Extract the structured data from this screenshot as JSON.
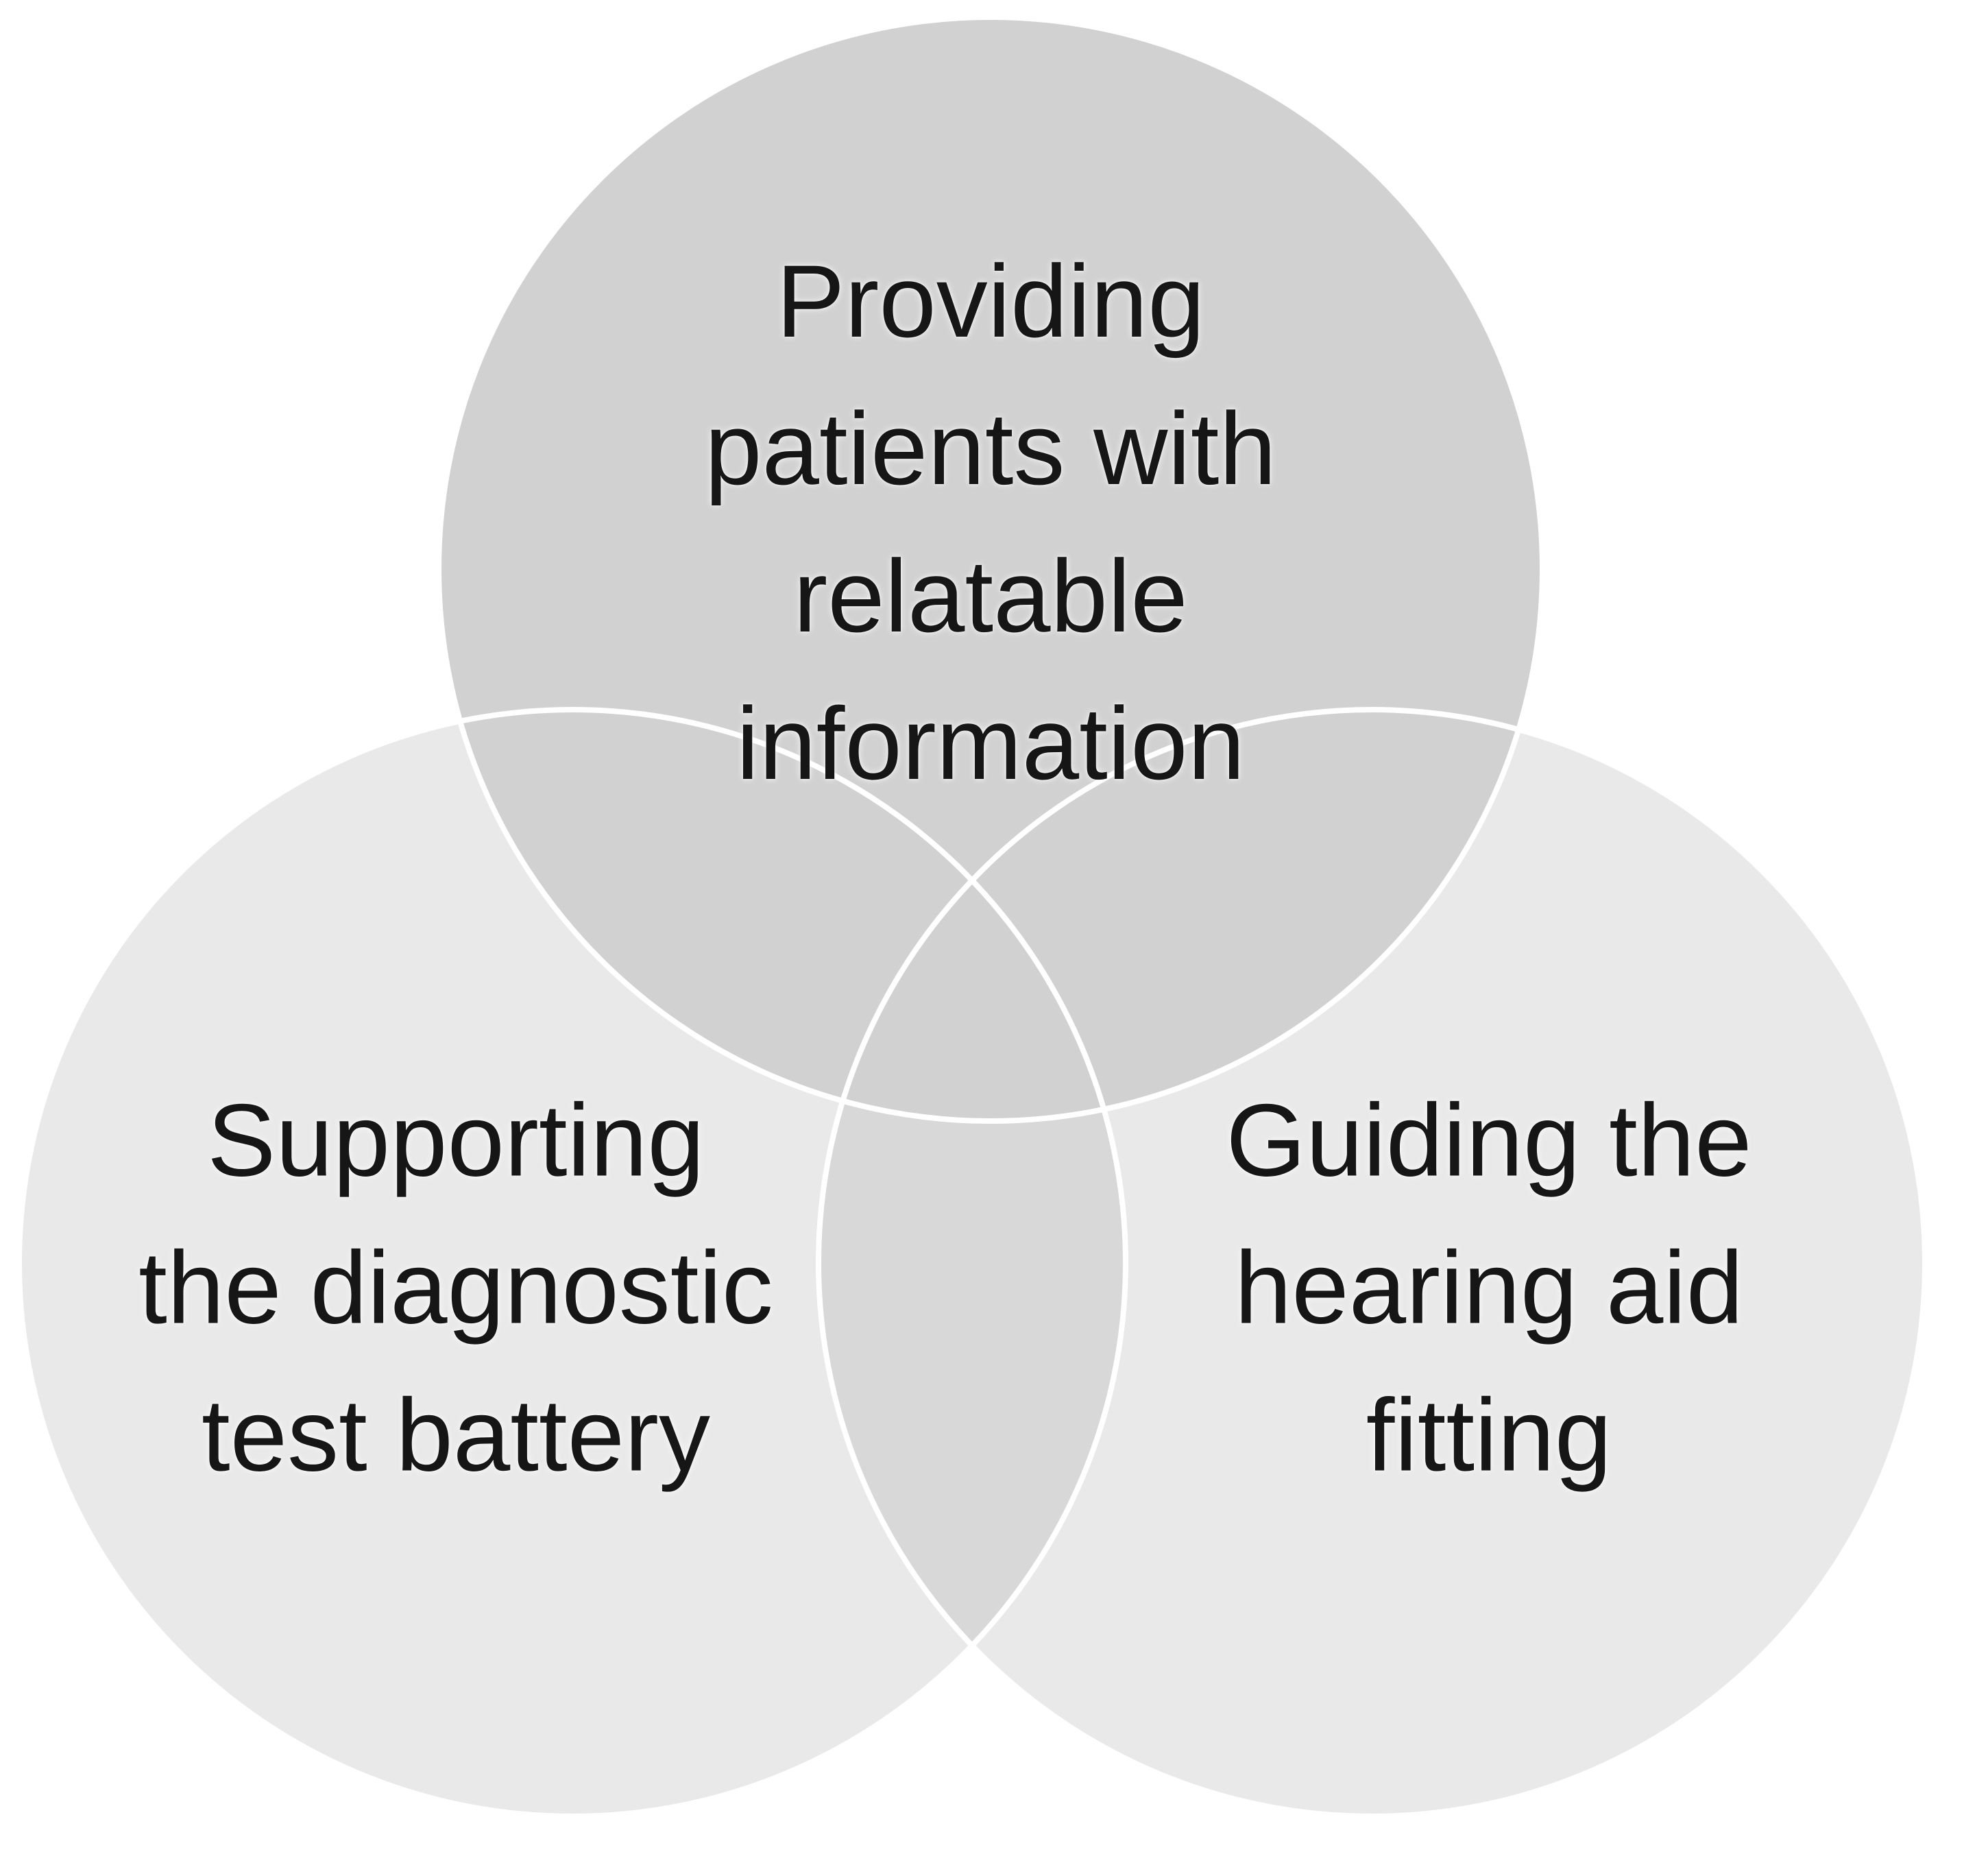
{
  "page": {
    "background": "#ffffff"
  },
  "venn": {
    "stroke_color": "#ffffff",
    "text_color": "#161616",
    "bottom_overlap_fill": "#d8d8d8",
    "top": {
      "label": "Providing\npatients with\nrelatable\ninformation",
      "fill": "#d1d1d1"
    },
    "bottom_left": {
      "label": "Supporting\nthe diagnostic\ntest battery",
      "fill": "#e9e9e9"
    },
    "bottom_right": {
      "label": "Guiding the\nhearing aid\nfitting",
      "fill": "#e9e9e9"
    }
  }
}
